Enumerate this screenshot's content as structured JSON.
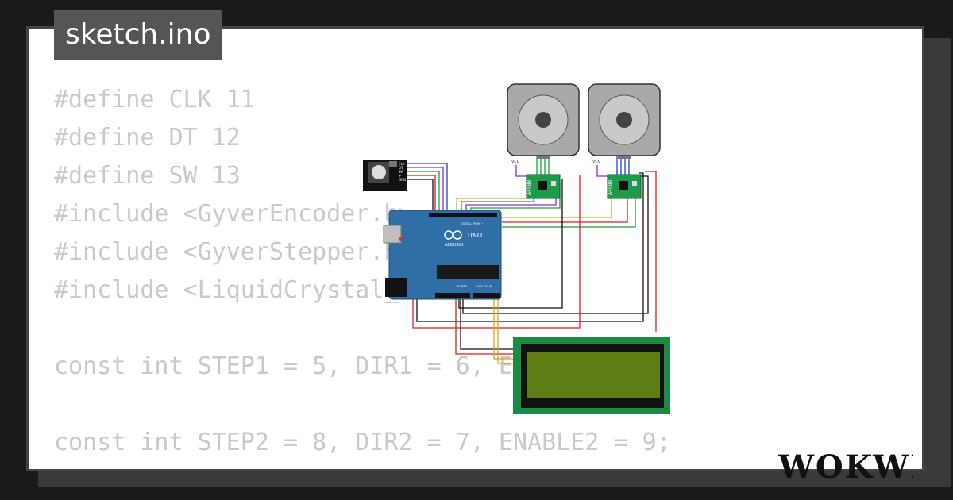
{
  "file_tab": {
    "label": "sketch.ino"
  },
  "code_lines": [
    "#define CLK 11",
    "#define DT 12",
    "#define SW 13",
    "#include <GyverEncoder.h>",
    "#include <GyverStepper.h>",
    "#include <LiquidCrystal_I2C.h>",
    "",
    "const int STEP1 = 5, DIR1 = 6, ENABLE1 = 4;",
    "",
    "const int STEP2 = 8, DIR2 = 7, ENABLE2 = 9;"
  ],
  "diagram": {
    "board_name": "UNO",
    "board_brand": "ARDUINO",
    "board_digital_label": "DIGITAL (PWM ~)",
    "board_power_label": "POWER",
    "board_analog_label": "ANALOG IN",
    "driver_label": "A4988",
    "vcc_label": "VCC",
    "encoder_pins": [
      "CLK",
      "DT",
      "SW",
      "+",
      "GND"
    ]
  },
  "brand": {
    "logo_text": "WOKWI"
  },
  "colors": {
    "pcb_blue": "#2f6ea6",
    "lcd_green": "#1d8a44",
    "lcd_screen": "#5f7d12",
    "driver_green": "#1f9a4a",
    "wire_red": "#e11d1d",
    "wire_black": "#111111",
    "wire_green": "#1e9e3a",
    "wire_blue": "#1f3fd6",
    "wire_orange": "#e6a01a",
    "wire_purple": "#8a2be2"
  }
}
